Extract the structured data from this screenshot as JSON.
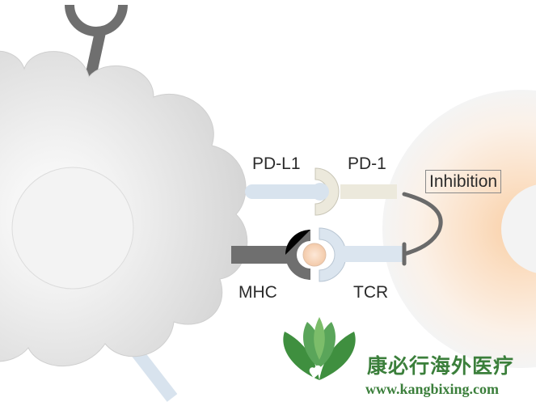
{
  "labels": {
    "pd_l1": "PD-L1",
    "pd_1": "PD-1",
    "mhc": "MHC",
    "tcr": "TCR",
    "inhibition": "Inhibition"
  },
  "watermark": {
    "brand_cn": "康必行海外医疗",
    "url": "www.kangbixing.com"
  },
  "colors": {
    "tumor_cell": "#d9d9d9",
    "nucleus": "#f2f2f2",
    "t_cell_glow": "#fbe3cc",
    "pd_l1_arm": "#d8e3ee",
    "pd_1_arm": "#ece9dc",
    "mhc_arm": "#6f6f6f",
    "tcr_arm": "#dbe5ef",
    "antigen": "#f6d7bf",
    "brand_green": "#3b7f3b"
  }
}
